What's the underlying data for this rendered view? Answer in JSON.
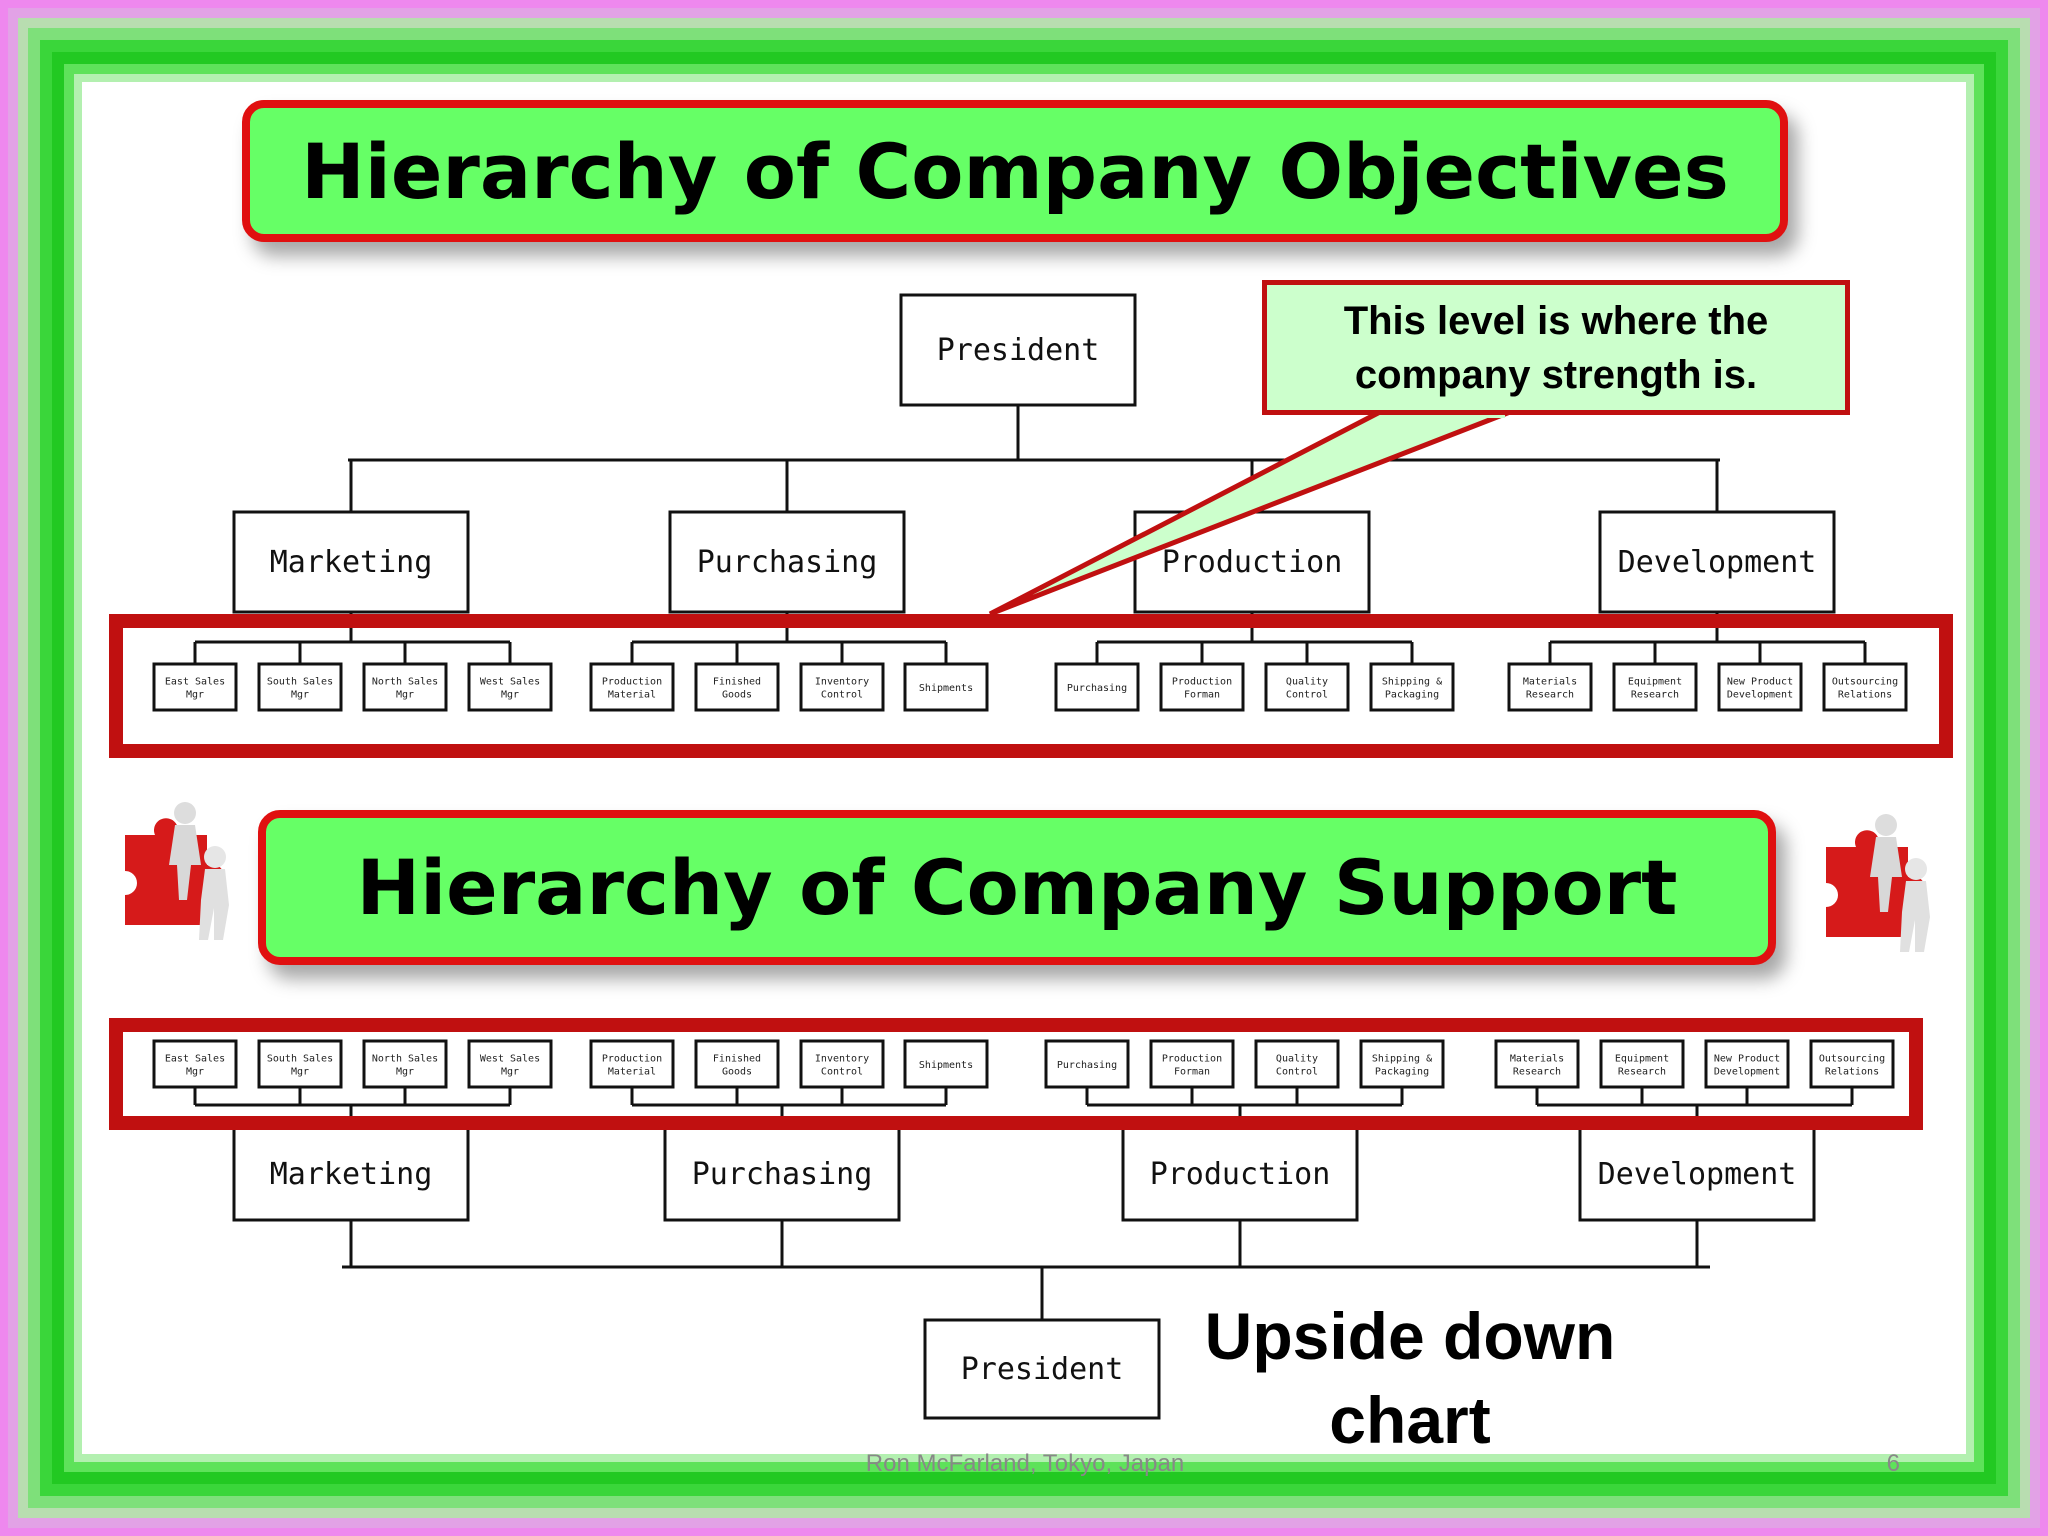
{
  "title_top": "Hierarchy of Company Objectives",
  "title_bottom": "Hierarchy of Company Support",
  "callout": "This level is where the company strength is.",
  "upside_note": "Upside down chart",
  "footer_credit": "Ron McFarland, Tokyo, Japan",
  "page_number": "6",
  "president": "President",
  "departments": [
    {
      "name": "Marketing",
      "units": [
        [
          "East Sales",
          "Mgr"
        ],
        [
          "South Sales",
          "Mgr"
        ],
        [
          "North Sales",
          "Mgr"
        ],
        [
          "West Sales",
          "Mgr"
        ]
      ]
    },
    {
      "name": "Purchasing",
      "units": [
        [
          "Production",
          "Material"
        ],
        [
          "Finished",
          "Goods"
        ],
        [
          "Inventory",
          "Control"
        ],
        [
          "Shipments"
        ]
      ]
    },
    {
      "name": "Production",
      "units": [
        [
          "Purchasing"
        ],
        [
          "Production",
          "Forman"
        ],
        [
          "Quality",
          "Control"
        ],
        [
          "Shipping &",
          "Packaging"
        ]
      ]
    },
    {
      "name": "Development",
      "units": [
        [
          "Materials",
          "Research"
        ],
        [
          "Equipment",
          "Research"
        ],
        [
          "New Product",
          "Development"
        ],
        [
          "Outsourcing",
          "Relations"
        ]
      ]
    }
  ],
  "colors": {
    "title_fill": "#66ff66",
    "title_border": "#e01010",
    "callout_fill": "#ccffcc",
    "highlight": "#c01010",
    "frame_green": "#22c922",
    "frame_pink": "#ee88ee"
  },
  "icons": [
    "puzzle-people-icon"
  ]
}
